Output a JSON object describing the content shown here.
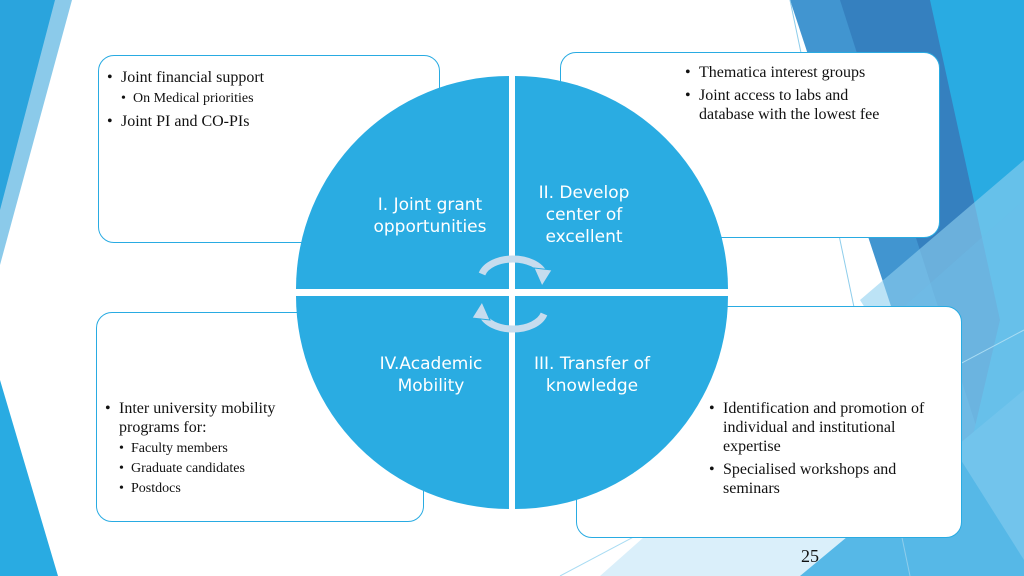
{
  "slide": {
    "page_number": "25",
    "colors": {
      "accent": "#29ABE2",
      "quadrant": "#2AACE2",
      "arrow": "#C6DCEE"
    }
  },
  "quadrants": {
    "tl": "I. Joint  grant opportunities",
    "tr": "II. Develop center of excellent",
    "br": "III. Transfer of knowledge",
    "bl": "IV.Academic Mobility"
  },
  "boxes": {
    "tl": [
      {
        "text": "Joint financial support",
        "level": 1
      },
      {
        "text": "On Medical priorities",
        "level": 2
      },
      {
        "text": "Joint PI and CO-PIs",
        "level": 1
      }
    ],
    "tr": [
      {
        "text": "Thematica interest groups",
        "level": 1
      },
      {
        "text": "Joint access to labs and database with the lowest fee",
        "level": 1
      }
    ],
    "bl": [
      {
        "text": "Inter university mobility programs for:",
        "level": 1
      },
      {
        "text": "Faculty members",
        "level": 2
      },
      {
        "text": "Graduate candidates",
        "level": 2
      },
      {
        "text": "Postdocs",
        "level": 2
      }
    ],
    "br": [
      {
        "text": "Identification and promotion of individual and institutional expertise",
        "level": 1
      },
      {
        "text": "Specialised workshops and seminars",
        "level": 1
      }
    ]
  }
}
